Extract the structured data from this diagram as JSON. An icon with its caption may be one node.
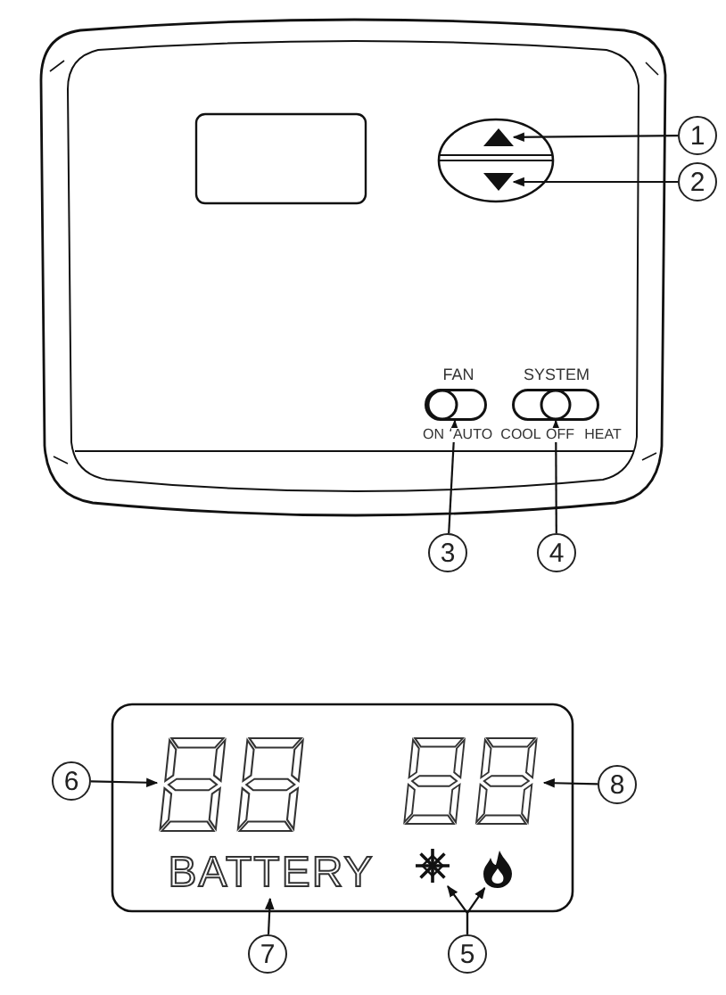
{
  "diagram": {
    "nodes": [
      {
        "text": [
          "1"
        ]
      },
      {
        "text": [
          "2"
        ]
      },
      {
        "text": [
          "3"
        ]
      },
      {
        "text": [
          "4"
        ]
      },
      {
        "text": [
          "5"
        ]
      },
      {
        "text": [
          "6"
        ]
      },
      {
        "text": [
          "7"
        ]
      },
      {
        "text": [
          "8"
        ]
      },
      {
        "text": [],
        "shape": "triangle"
      },
      {
        "text": [],
        "shape": "triangle"
      },
      {
        "text": [],
        "shape": "switch"
      },
      {
        "text": [],
        "shape": "switch"
      },
      {
        "text": [],
        "shape": "picture"
      },
      {
        "text": [],
        "shape": "picture"
      },
      {
        "text": [],
        "shape": "digits"
      },
      {
        "text": [
          "BATTERY"
        ]
      },
      {
        "text": [],
        "shape": "digits"
      }
    ],
    "edges": [
      {
        "from": 0,
        "to": 8,
        "arrow": "to"
      },
      {
        "from": 1,
        "to": 9,
        "arrow": "to"
      },
      {
        "from": 2,
        "to": 10,
        "arrow": "to"
      },
      {
        "from": 3,
        "to": 11,
        "arrow": "to"
      },
      {
        "from": 4,
        "to": 12,
        "arrow": "to"
      },
      {
        "from": 4,
        "to": 13,
        "arrow": "to"
      },
      {
        "from": 5,
        "to": 14,
        "arrow": "to"
      },
      {
        "from": 6,
        "to": 15,
        "arrow": "to"
      },
      {
        "from": 7,
        "to": 16,
        "arrow": "to"
      }
    ],
    "labels": [
      "FAN",
      "SYSTEM",
      "ON",
      "AUTO",
      "COOL",
      "OFF",
      "HEAT"
    ]
  }
}
